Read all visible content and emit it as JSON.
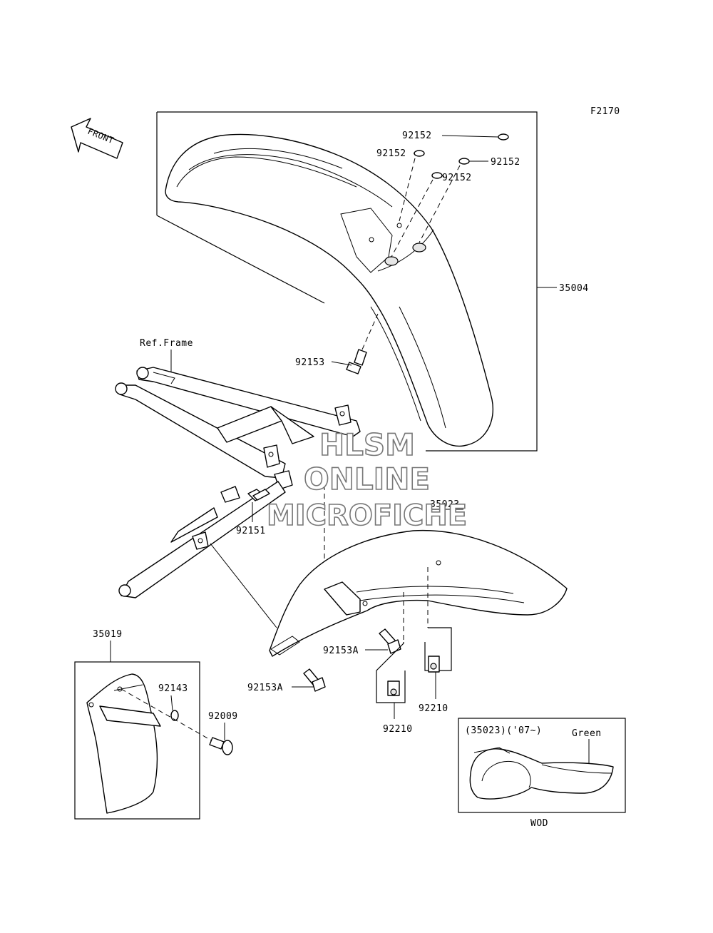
{
  "figure_code": "F2170",
  "direction_label": "FRONT",
  "ref_frame_label": "Ref.Frame",
  "parts": {
    "front_fender": "35004",
    "rear_fender": "35023",
    "flap": "35019",
    "washer_a": "92152",
    "washer_b": "92152",
    "washer_c": "92152",
    "washer_d": "92152",
    "front_bolt": "92153",
    "frame_bolt": "92151",
    "rear_bolt_a": "92153A",
    "rear_bolt_b": "92153A",
    "nut_a": "92210",
    "nut_b": "92210",
    "flap_washer": "92143",
    "flap_screw": "92009"
  },
  "inset": {
    "title": "(35023)('07~)",
    "color_label": "Green",
    "model_label": "WOD"
  },
  "watermark": {
    "line1": "HLSM",
    "line2": "ONLINE",
    "line3": "MICROFICHE"
  }
}
